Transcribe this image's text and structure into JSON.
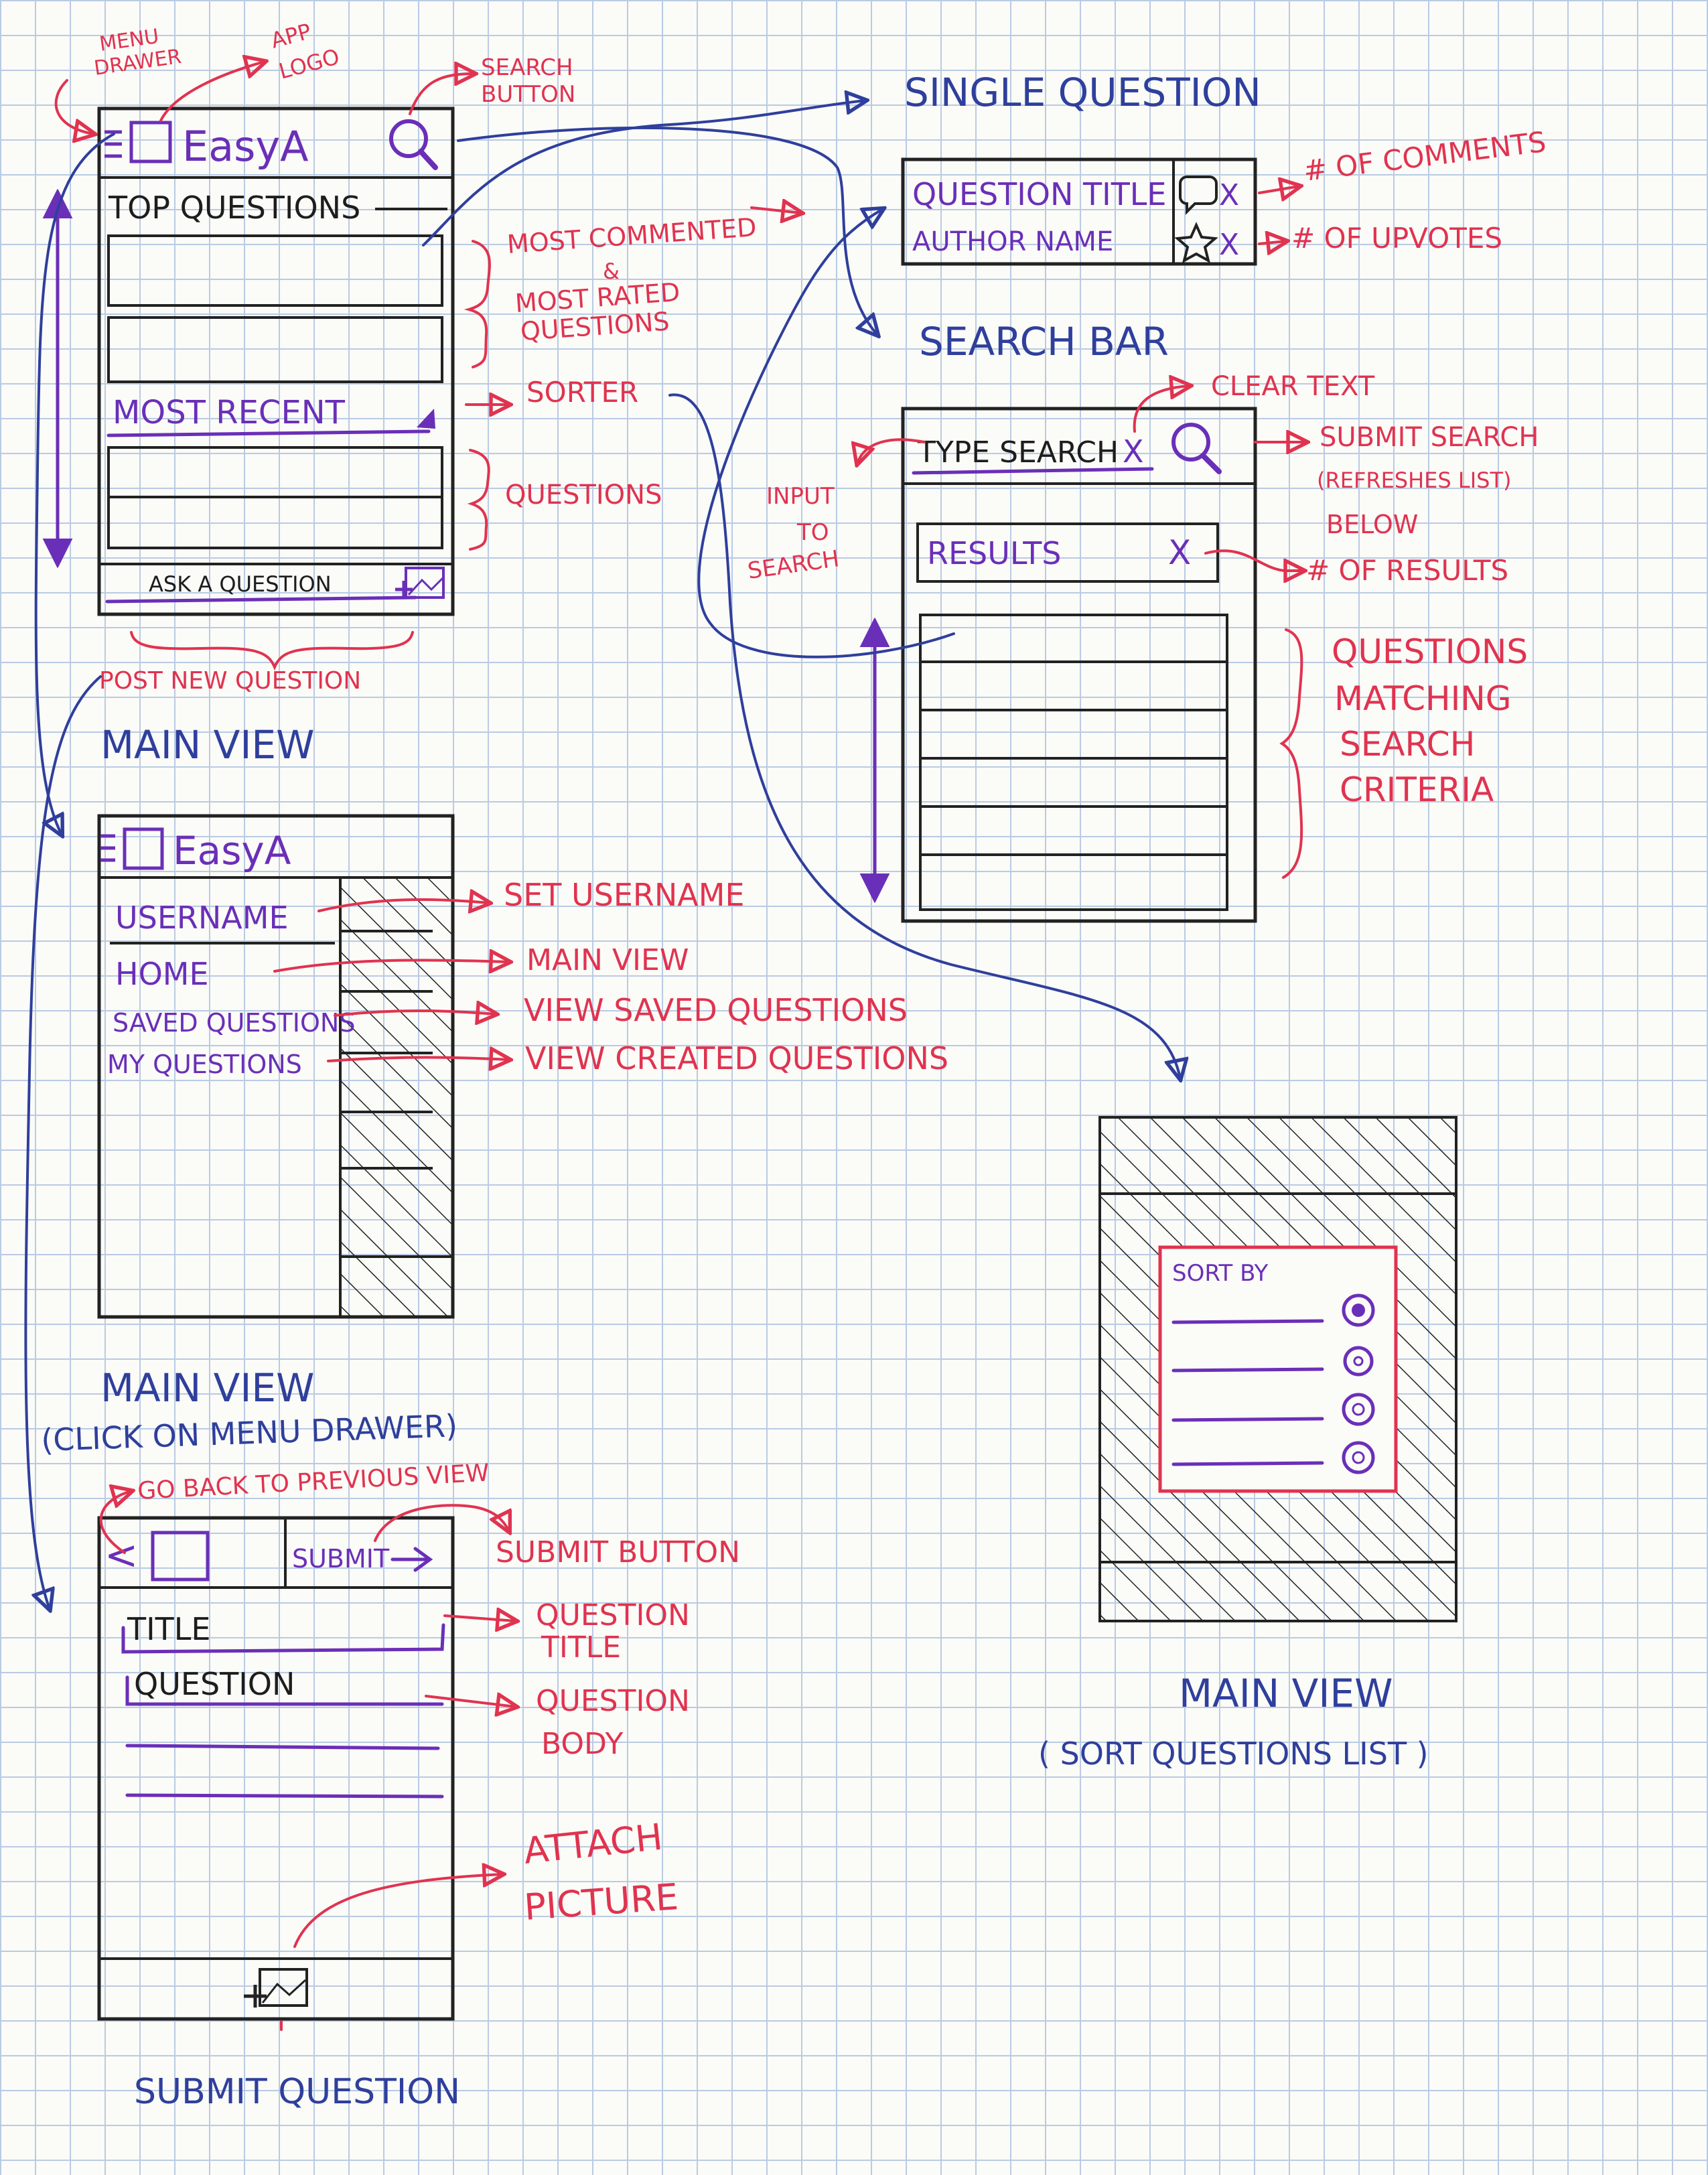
{
  "annotations": {
    "menu_drawer": [
      "MENU",
      "DRAWER"
    ],
    "app_logo": [
      "APP",
      "LOGO"
    ],
    "search_button": [
      "SEARCH",
      "BUTTON"
    ],
    "most_commented": "MOST COMMENTED",
    "ampersand": "&",
    "most_rated": [
      "MOST RATED",
      "QUESTIONS"
    ],
    "sorter": "SORTER",
    "questions": "QUESTIONS",
    "post_new_question": "POST NEW QUESTION",
    "num_comments": "# OF COMMENTS",
    "num_upvotes": "# OF UPVOTES",
    "clear_text": "CLEAR TEXT",
    "submit_search": [
      "SUBMIT SEARCH",
      "(REFRESHES LIST)",
      "BELOW"
    ],
    "input_to_search": [
      "INPUT",
      "TO",
      "SEARCH"
    ],
    "num_results": "# OF RESULTS",
    "questions_matching": [
      "QUESTIONS",
      "MATCHING",
      "SEARCH",
      "CRITERIA"
    ],
    "set_username": "SET USERNAME",
    "main_view": "MAIN VIEW",
    "view_saved": "VIEW SAVED QUESTIONS",
    "view_created": "VIEW CREATED QUESTIONS",
    "go_back": "GO BACK TO PREVIOUS VIEW",
    "submit_button": "SUBMIT BUTTON",
    "question_title": [
      "QUESTION",
      "TITLE"
    ],
    "question_body": [
      "QUESTION",
      "BODY"
    ],
    "attach_picture": [
      "ATTACH",
      "PICTURE"
    ]
  },
  "captions": {
    "main_view": "MAIN VIEW",
    "single_question": "SINGLE QUESTION",
    "search_bar": "SEARCH BAR",
    "main_view_drawer": [
      "MAIN VIEW",
      "(CLICK ON MENU DRAWER)"
    ],
    "submit_question": "SUBMIT QUESTION",
    "main_view_sort": [
      "MAIN VIEW",
      "( SORT QUESTIONS LIST )"
    ]
  },
  "main_screen": {
    "app_name": "EasyA",
    "top_questions": "TOP QUESTIONS",
    "most_recent": "MOST RECENT",
    "ask_question": "ASK A QUESTION"
  },
  "single_question": {
    "title": "QUESTION TITLE",
    "author": "AUTHOR NAME",
    "x": "X"
  },
  "search_screen": {
    "type_search": "TYPE SEARCH",
    "clear": "X",
    "results": "RESULTS",
    "results_x": "X"
  },
  "drawer_screen": {
    "app_name": "EasyA",
    "items": [
      "USERNAME",
      "HOME",
      "SAVED QUESTIONS",
      "MY QUESTIONS"
    ]
  },
  "submit_screen": {
    "back": "<",
    "submit": "SUBMIT",
    "title": "TITLE",
    "question": "QUESTION"
  },
  "sort_screen": {
    "sort_by": "SORT BY"
  },
  "icons": {
    "search": "magnifier-icon",
    "menu": "hamburger-icon",
    "logo": "square-logo-icon",
    "comment": "speech-bubble-icon",
    "upvote": "star-icon",
    "picture": "image-plus-icon",
    "radio": "radio-icon"
  },
  "colors": {
    "annotation": "#e0334f",
    "caption": "#2f3f9c",
    "ui_text": "#6a2fb8",
    "ink": "#1d1d1d"
  }
}
